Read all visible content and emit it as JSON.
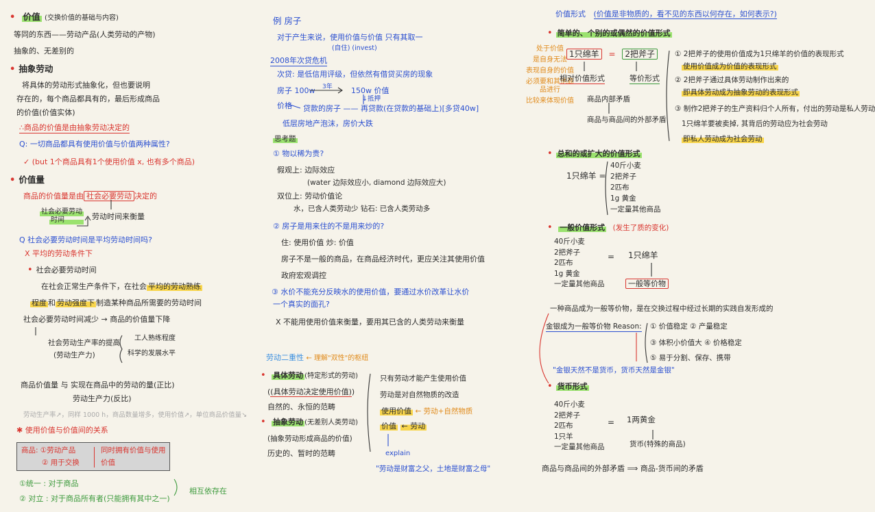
{
  "col1": {
    "l1_title": "价值",
    "l1_note": "(交换价值的基础与内容)",
    "l2": "等同的东西——劳动产品(人类劳动的产物)",
    "l3": "抽象的、无差别的",
    "l4_title": "抽象劳动",
    "l5": "将具体的劳动形式抽象化，但也要说明",
    "l6": "存在的，每个商品都具有的，最后形成商品",
    "l7": "的价值(价值实体)",
    "l8": "∴商品的价值是由抽象劳动决定的",
    "l9": "Q: 一切商品都具有使用价值与价值两种属性?",
    "l10": "✓ (but 1个商品具有1个使用价值 x, 也有多个商品)",
    "l11_title": "价值量",
    "l12_a": "商品的价值量是由",
    "l12_box": "社会必要劳动",
    "l12_b": "决定的",
    "l13_a": "社会必要劳动",
    "l13_b": "时间",
    "l13_c": "劳动时间来衡量",
    "l14": "Q 社会必要劳动时间是平均劳动时间吗?",
    "l15": "X  平均的劳动条件下",
    "l16": "社会必要劳动时间",
    "l17_a": "在社会正常生产条件下，在社会",
    "l17_hl": "平均的劳动熟练",
    "l18_hl1": "程度",
    "l18_a": "和",
    "l18_hl2": "劳动强度下",
    "l18_b": "制造某种商品所需要的劳动时间",
    "l19": "社会必要劳动时间减少 → 商品的价值量下降",
    "l20": "社会劳动生产率的提高",
    "l20b": "(劳动生产力)",
    "l21a": "工人熟练程度",
    "l21b": "科学的发展水平",
    "l22": "商品价值量  与  实现在商品中的劳动的量(正比)",
    "l23": "劳动生产力(反比)",
    "l24": "劳动生产率↗，同样 1000 h，商品数量增多，使用价值↗，单位商品价值量↘",
    "l25": "使用价值与价值间的关系",
    "box_l1": "商品: ①劳动产品",
    "box_l2": "② 用于交换",
    "box_r1": "同时拥有价值与使用",
    "box_r2": "价值",
    "l26": "①统一 : 对于商品",
    "l27": "② 对立 : 对于商品所有者(只能拥有其中之一)",
    "l28": "相互依存在"
  },
  "col2": {
    "l1": "例  房子",
    "l2": "对于产生来说，使用价值与价值 只有其取一",
    "l2b": "(自住)        (invest)",
    "l3": "2008年次贷危机",
    "l4": "次贷: 是低信用评级，但依然有借贷买房的现象",
    "l5": "房子 100w",
    "l5b": "3年",
    "l5c": "150w  价值",
    "l6a": "价格",
    "l6b": "↓抵押",
    "l7": "贷款的房子 —— 再贷款(在贷款的基础上)[多贷40w]",
    "l8": "低层房地产泡沫，房价大跌",
    "l9_title": "思考题",
    "l10": "① 物以稀为贵?",
    "l11": "假观上: 边际效应",
    "l12": "(water 边际效应小, diamond 边际效应大)",
    "l13": "双位上: 劳动价值论",
    "l14": "水，已含人类劳动少  钻石: 已含人类劳动多",
    "l15": "② 房子是用来住的不是用来炒的?",
    "l16": "住: 使用价值    炒: 价值",
    "l17": "房子不是一般的商品，在商品经济时代，更应关注其使用价值",
    "l18": "政府宏观调控",
    "l19": "③ 水价不能充分反映水的使用价值，要通过水价改革让水价",
    "l20": "一个真实的面孔?",
    "l21": "X   不能用使用价值来衡量，要用其已含的人类劳动来衡量",
    "l22": "劳动二重性",
    "l22b": "← 理解\"双性\"的枢纽",
    "l23_title": "具体劳动",
    "l23_note": "(特定形式的劳动)",
    "l24": "(具体劳动决定使用价值)",
    "l25": "自然的、永恒的范畴",
    "l26_title": "抽象劳动",
    "l26_note": "(无差别人类劳动)",
    "l27": "(抽象劳动形成商品的价值)",
    "l28": "历史的、暂时的范畴",
    "r1": "只有劳动才能产生使用价值",
    "r2": "劳动是对自然物质的改造",
    "r3a": "使用价值",
    "r3b": "← 劳动+自然物质",
    "r4a": "价值",
    "r4b": "← 劳动",
    "r5": "explain",
    "r6": "\"劳动是财富之父，土地是财富之母\""
  },
  "col3": {
    "title": "价值形式",
    "title_note": "(价值是非物质的，看不见的东西以何存在，如何表示?)",
    "s1_title": "简单的、个别的或偶然的价值形式",
    "left_1": "处于价值",
    "left_2": "是自身无法",
    "left_3": "表现自身的价值",
    "left_4": "必须要和其他商品进行",
    "left_5": "比较来体现价值",
    "eq_a": "1只绵羊",
    "eq_b": "=",
    "eq_c": "2把斧子",
    "form_a": "相对价值形式",
    "form_b": "等价形式",
    "contra1": "商品内部矛盾",
    "contra2": "商品与商品间的外部矛盾",
    "n1a": "① 2把斧子的使用价值成为1只绵羊的价值的表现形式",
    "n1b": "使用价值成为价值的表现形式",
    "n2a": "② 2把斧子通过具体劳动制作出来的",
    "n2b": "即具体劳动成为抽象劳动的表现形式",
    "n3a": "③ 制作2把斧子的生产资料归个人所有，付出的劳动是私人劳动",
    "n3b": "1只绵羊要被卖掉, 其背后的劳动应为社会劳动",
    "n3c": "即私人劳动成为社会劳动",
    "s2_title": "总和的或扩大的价值形式",
    "s2_left": "1只绵羊  =",
    "s2_r1": "40斤小麦",
    "s2_r2": "2把斧子",
    "s2_r3": "2匹布",
    "s2_r4": "1g 黄金",
    "s2_r5": "一定量其他商品",
    "s3_title": "一般价值形式",
    "s3_note": "(发生了质的变化)",
    "s3_l1": "40斤小麦",
    "s3_l2": "2把斧子",
    "s3_l3": "2匹布",
    "s3_l4": "1g 黄金",
    "s3_l5": "一定量其他商品",
    "s3_eq": "=",
    "s3_right": "1只绵羊",
    "s3_box": "一般等价物",
    "p1": "一种商品成为一般等价物，是在交换过程中经过长期的实践自发形成的",
    "p2a": "金银成为一般等价物 Reason:",
    "p2b": "① 价值稳定  ② 产量稳定",
    "p2c": "③ 体积小价值大  ④ 价格稳定",
    "p2d": "⑤ 易于分割、保存、携带",
    "quote": "\"金银天然不是货币，货币天然是金银\"",
    "s4_title": "货币形式",
    "s4_l1": "40斤小麦",
    "s4_l2": "2把斧子",
    "s4_l3": "2匹布",
    "s4_l4": "1只羊",
    "s4_l5": "一定量其他商品",
    "s4_eq": "=",
    "s4_right": "1两黄金",
    "s4_under": "货币(特殊的商品)",
    "last": "商品与商品间的外部矛盾  ⟹  商品-货币间的矛盾"
  }
}
